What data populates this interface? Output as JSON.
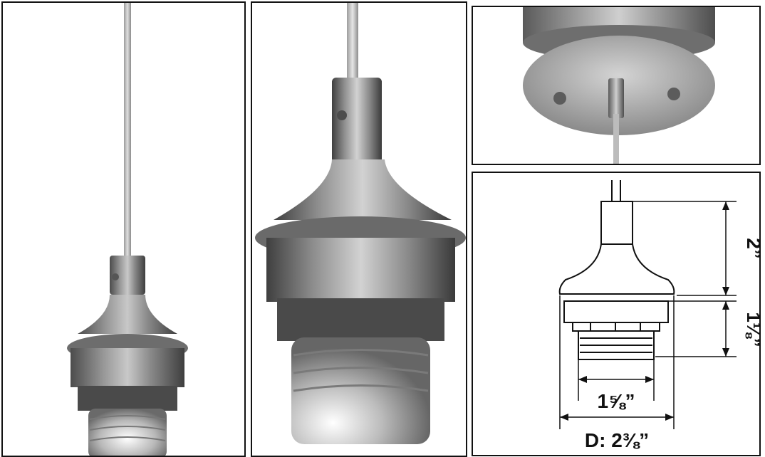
{
  "dimensions": {
    "height_top": "2”",
    "height_socket": "1⅛”",
    "thread_width": "1⅝”",
    "diameter": "D:  2⅜”"
  }
}
